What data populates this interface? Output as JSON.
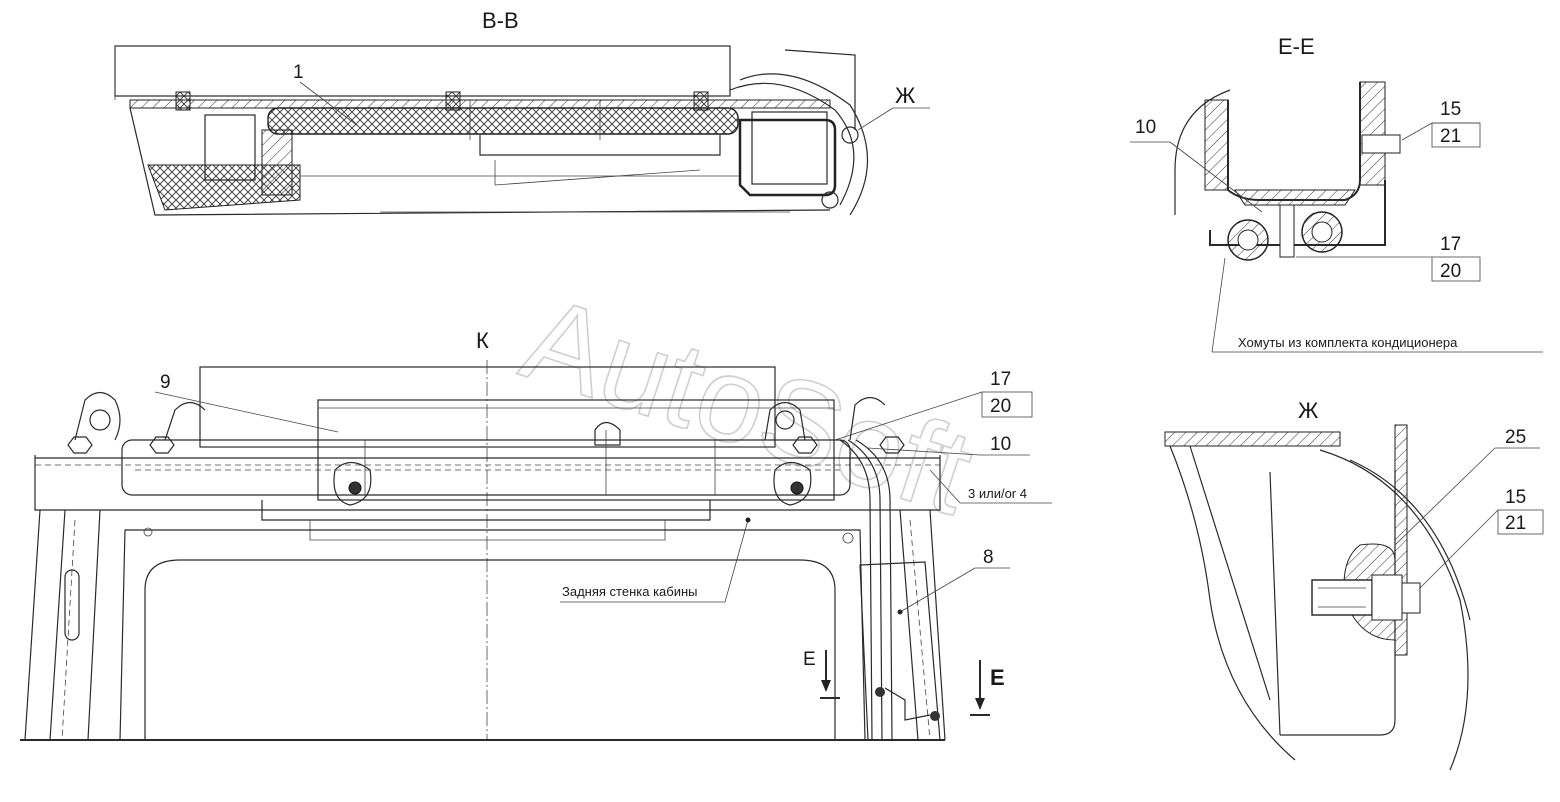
{
  "views": {
    "bb_title": "В-В",
    "ee_title": "Е-Е",
    "zh_title": "Ж",
    "k_title": "К"
  },
  "labels": {
    "bb_1": "1",
    "bb_zh": "Ж",
    "ee_10": "10",
    "ee_15": "15",
    "ee_21": "21",
    "ee_17": "17",
    "ee_20": "20",
    "ee_note": "Хомуты из комплекта кондиционера",
    "k_9": "9",
    "k_17": "17",
    "k_20": "20",
    "k_10": "10",
    "k_34": "3 или/or 4",
    "k_8": "8",
    "k_e_left": "Е",
    "k_e_right": "Е",
    "k_wall": "Задняя стенка кабины",
    "zh_25": "25",
    "zh_15": "15",
    "zh_21": "21"
  },
  "watermark": "AutoSoft"
}
